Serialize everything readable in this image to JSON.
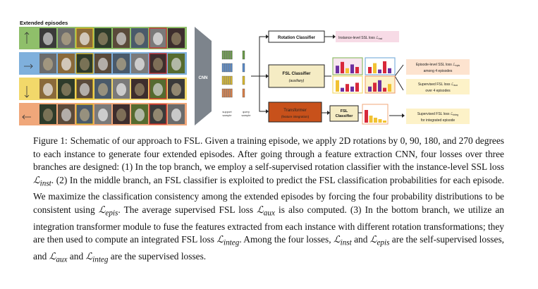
{
  "figure": {
    "title": "Extended episodes",
    "cnn_label": "CNN",
    "support_label": "support\nsample",
    "query_label": "query\nsample",
    "rotation_classifier": "Rotation Classifier",
    "inst_loss": "Instance-level SSL loss",
    "fsl_classifier": "FSL Classifier",
    "fsl_auxiliary": "(auxiliary)",
    "transformer": "Transformer",
    "transformer_sub": "(feature integration)",
    "fsl_classifier_2": "FSL\nClassifier",
    "episode_loss": "Episode-level SSL loss",
    "episode_loss_sub": "among 4 episodes",
    "supervised_loss": "Supervised FSL loss",
    "supervised_loss_sub": "over 4 episodes",
    "integrated_loss": "Supervised FSL loss",
    "integrated_loss_sub": "for integrated episode",
    "colors": {
      "row1": "#8fbf6a",
      "row2": "#7fb0dc",
      "row3": "#f2d86a",
      "row4": "#f0a77a",
      "fsl_box": "#f5ecc4",
      "transformer_box": "#c8511b",
      "loss_pink": "#f7dbe6",
      "loss_orange": "#fde3cf",
      "loss_yellow": "#fdf2c8",
      "bar_purple": "#6b2fa0",
      "bar_red": "#d8283a",
      "bar_yellow": "#f1c232"
    }
  },
  "caption": {
    "label": "Figure 1:",
    "body_1": "Schematic of our approach to FSL. Given a training episode, we apply 2D rotations by 0, 90, 180, and 270 degrees to each instance to generate four extended episodes. After going through a feature extraction CNN, four losses over three branches are designed: (1) In the top branch, we employ a self-supervised rotation classifier with the instance-level SSL loss ",
    "l_inst": "ℒ",
    "l_inst_sub": "inst",
    "body_2": ". (2) In the middle branch, an FSL classifier is exploited to predict the FSL classification probabilities for each episode. We maximize the classification consistency among the extended episodes by forcing the four probability distributions to be consistent using ",
    "l_epis": "ℒ",
    "l_epis_sub": "epis",
    "body_3": ". The average supervised FSL loss ",
    "l_aux": "ℒ",
    "l_aux_sub": "aux",
    "body_4": " is also computed. (3) In the bottom branch, we utilize an integration transformer module to fuse the features extracted from each instance with different rotation transformations; they are then used to compute an integrated FSL loss ",
    "l_integ": "ℒ",
    "l_integ_sub": "integ",
    "body_5": ". Among the four losses, ",
    "l_inst2": "ℒ",
    "l_inst2_sub": "inst",
    "body_6": " and ",
    "l_epis2": "ℒ",
    "l_epis2_sub": "epis",
    "body_7": " are the self-supervised losses, and ",
    "l_aux2": "ℒ",
    "l_aux2_sub": "aux",
    "body_8": " and ",
    "l_integ2": "ℒ",
    "l_integ2_sub": "integ",
    "body_9": " are the supervised losses."
  }
}
